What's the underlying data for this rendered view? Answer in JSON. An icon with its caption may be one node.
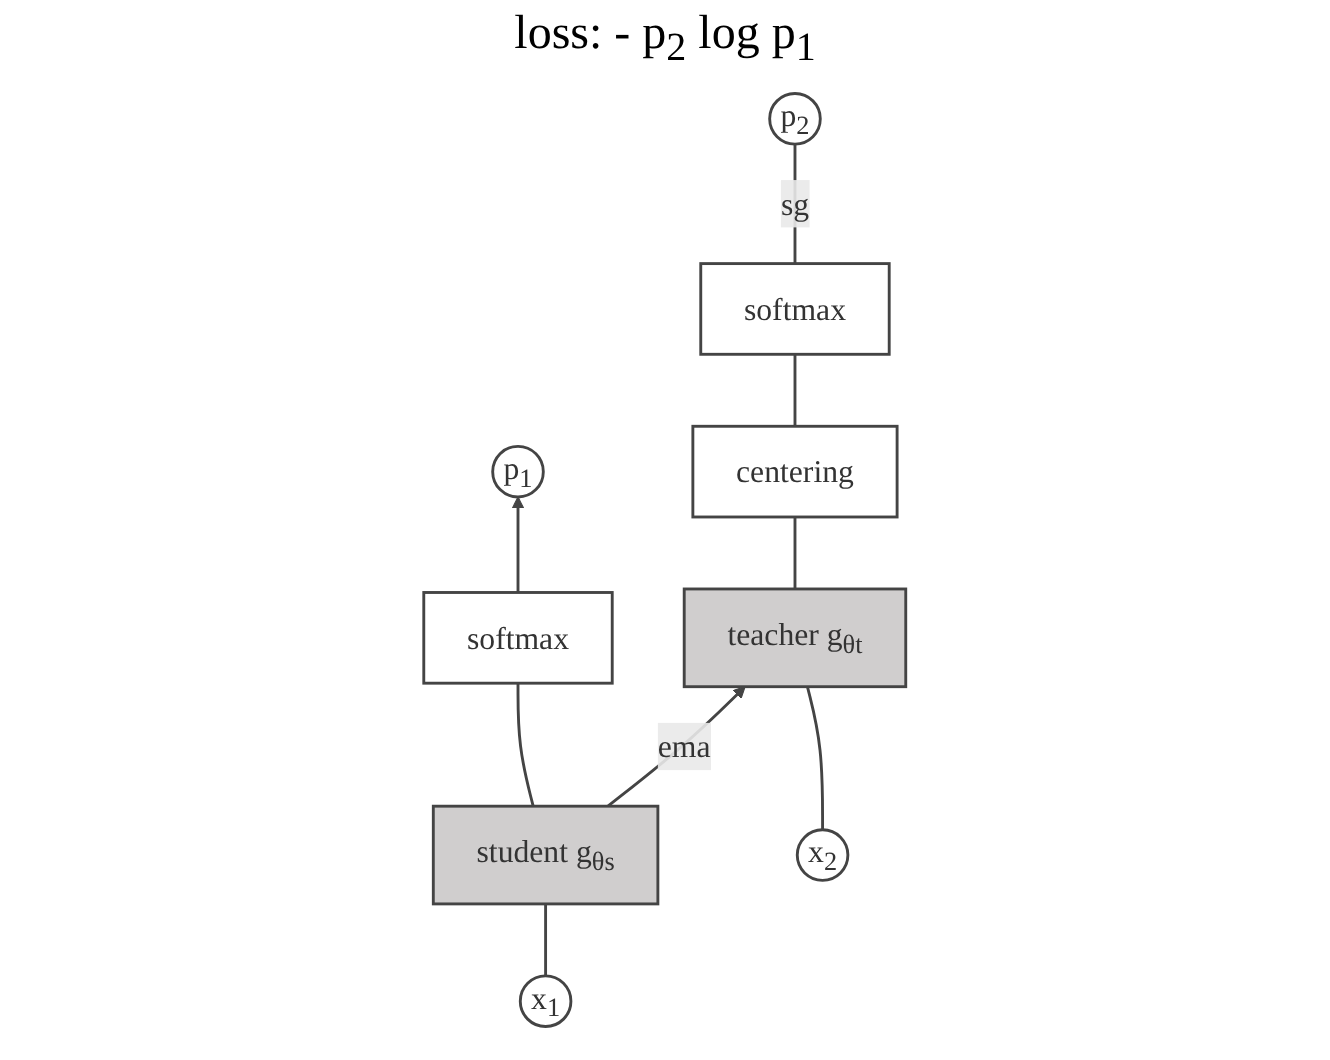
{
  "diagram": {
    "nodes": [
      {
        "text": [
          "p$_{1}$"
        ]
      },
      {
        "text": [
          "p$_{2}$"
        ]
      },
      {
        "text": [
          "softmax"
        ]
      },
      {
        "text": [
          "softmax"
        ]
      },
      {
        "text": [
          "centering"
        ]
      },
      {
        "text": [
          "student g$_{θs}$"
        ]
      },
      {
        "text": [
          "teacher g$_{θt}$"
        ]
      },
      {
        "text": [
          "x$_{1}$"
        ]
      },
      {
        "text": [
          "x$_{2}$"
        ]
      }
    ],
    "edges": [
      {
        "from": 7,
        "to": 5,
        "arrow": "none"
      },
      {
        "from": 5,
        "to": 2,
        "arrow": "none"
      },
      {
        "from": 2,
        "to": 0,
        "arrow": "to"
      },
      {
        "from": 5,
        "to": 6,
        "label": "ema",
        "arrow": "to"
      },
      {
        "from": 8,
        "to": 6,
        "arrow": "none"
      },
      {
        "from": 6,
        "to": 4,
        "arrow": "none"
      },
      {
        "from": 4,
        "to": 3,
        "arrow": "none"
      },
      {
        "from": 3,
        "to": 1,
        "label": "sg",
        "arrow": "none"
      }
    ],
    "labels": [
      "loss: - p$_{2}$ log p$_{1}$"
    ]
  }
}
